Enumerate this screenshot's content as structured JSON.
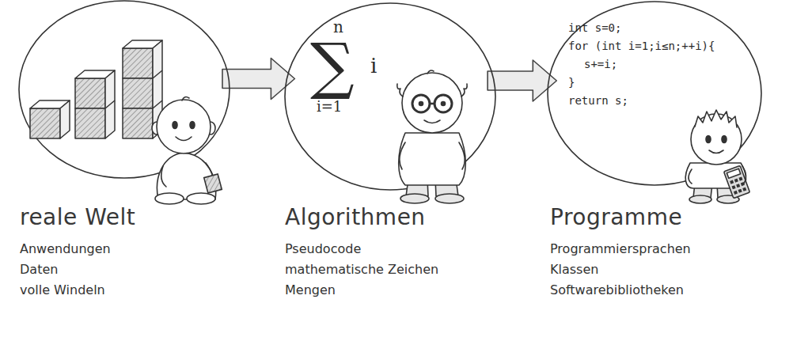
{
  "diagram": {
    "nodes": [
      {
        "text": [
          "reale Welt",
          "Anwendungen",
          "Daten",
          "volle Windeln"
        ]
      },
      {
        "text": [
          "∑",
          "n",
          "i",
          "i=1",
          "Algorithmen",
          "Pseudocode",
          "mathematische Zeichen",
          "Mengen"
        ]
      },
      {
        "text": [
          "int s=0;",
          "for (int i=1;i≤n;++i){",
          "s+=i;",
          "}",
          "return s;",
          "Programme",
          "Programmiersprachen",
          "Klassen",
          "Softwarebibliotheken"
        ]
      }
    ],
    "edges": [
      {
        "from": 0,
        "to": 1,
        "arrow": "to"
      },
      {
        "from": 1,
        "to": 2,
        "arrow": "to"
      }
    ]
  }
}
